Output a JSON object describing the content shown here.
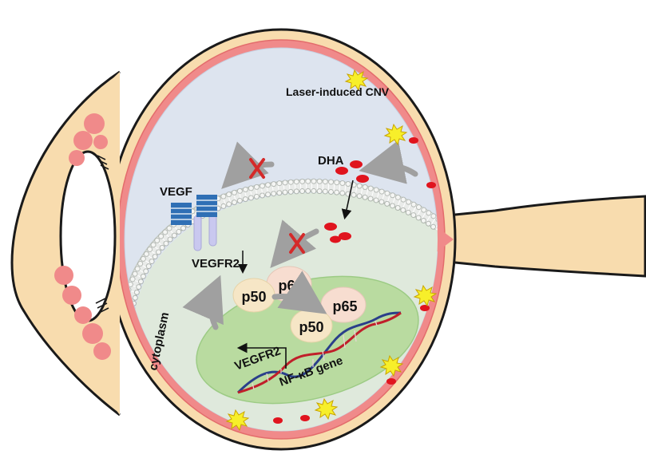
{
  "labels": {
    "laser_cnv": "Laser-induced CNV",
    "dha": "DHA",
    "vegf": "VEGF",
    "vegfr2_receptor": "VEGFR2",
    "cytoplasm": "cytoplasm",
    "p50_cytoplasm": "p50",
    "p65_cytoplasm": "p65",
    "p50_nucleus": "p50",
    "p65_nucleus": "p65",
    "vegfr2_gene": "VEGFR2",
    "nfkb_gene": "NF-κB gene"
  },
  "icons": {
    "inhibit": "red-x-icon",
    "laser_burst": "yellow-burst-icon",
    "dha_molecule": "red-oval-icon"
  },
  "colors": {
    "sclera": "#f8dcae",
    "sclera_stroke": "#1a1a1a",
    "choroid": "#f08a8a",
    "vitreous": "#dde4ef",
    "cell": "#dfe9dc",
    "nucleus": "#b9dba0",
    "dha": "#e0141e",
    "burst": "#f7ef2a",
    "vegf": "#2f6fb5",
    "receptor": "#c9c8ef",
    "protein": "#f6e6c6",
    "p65": "#f7ddd0",
    "arrow": "#a0a0a0",
    "inhibit": "#d42a2a"
  }
}
